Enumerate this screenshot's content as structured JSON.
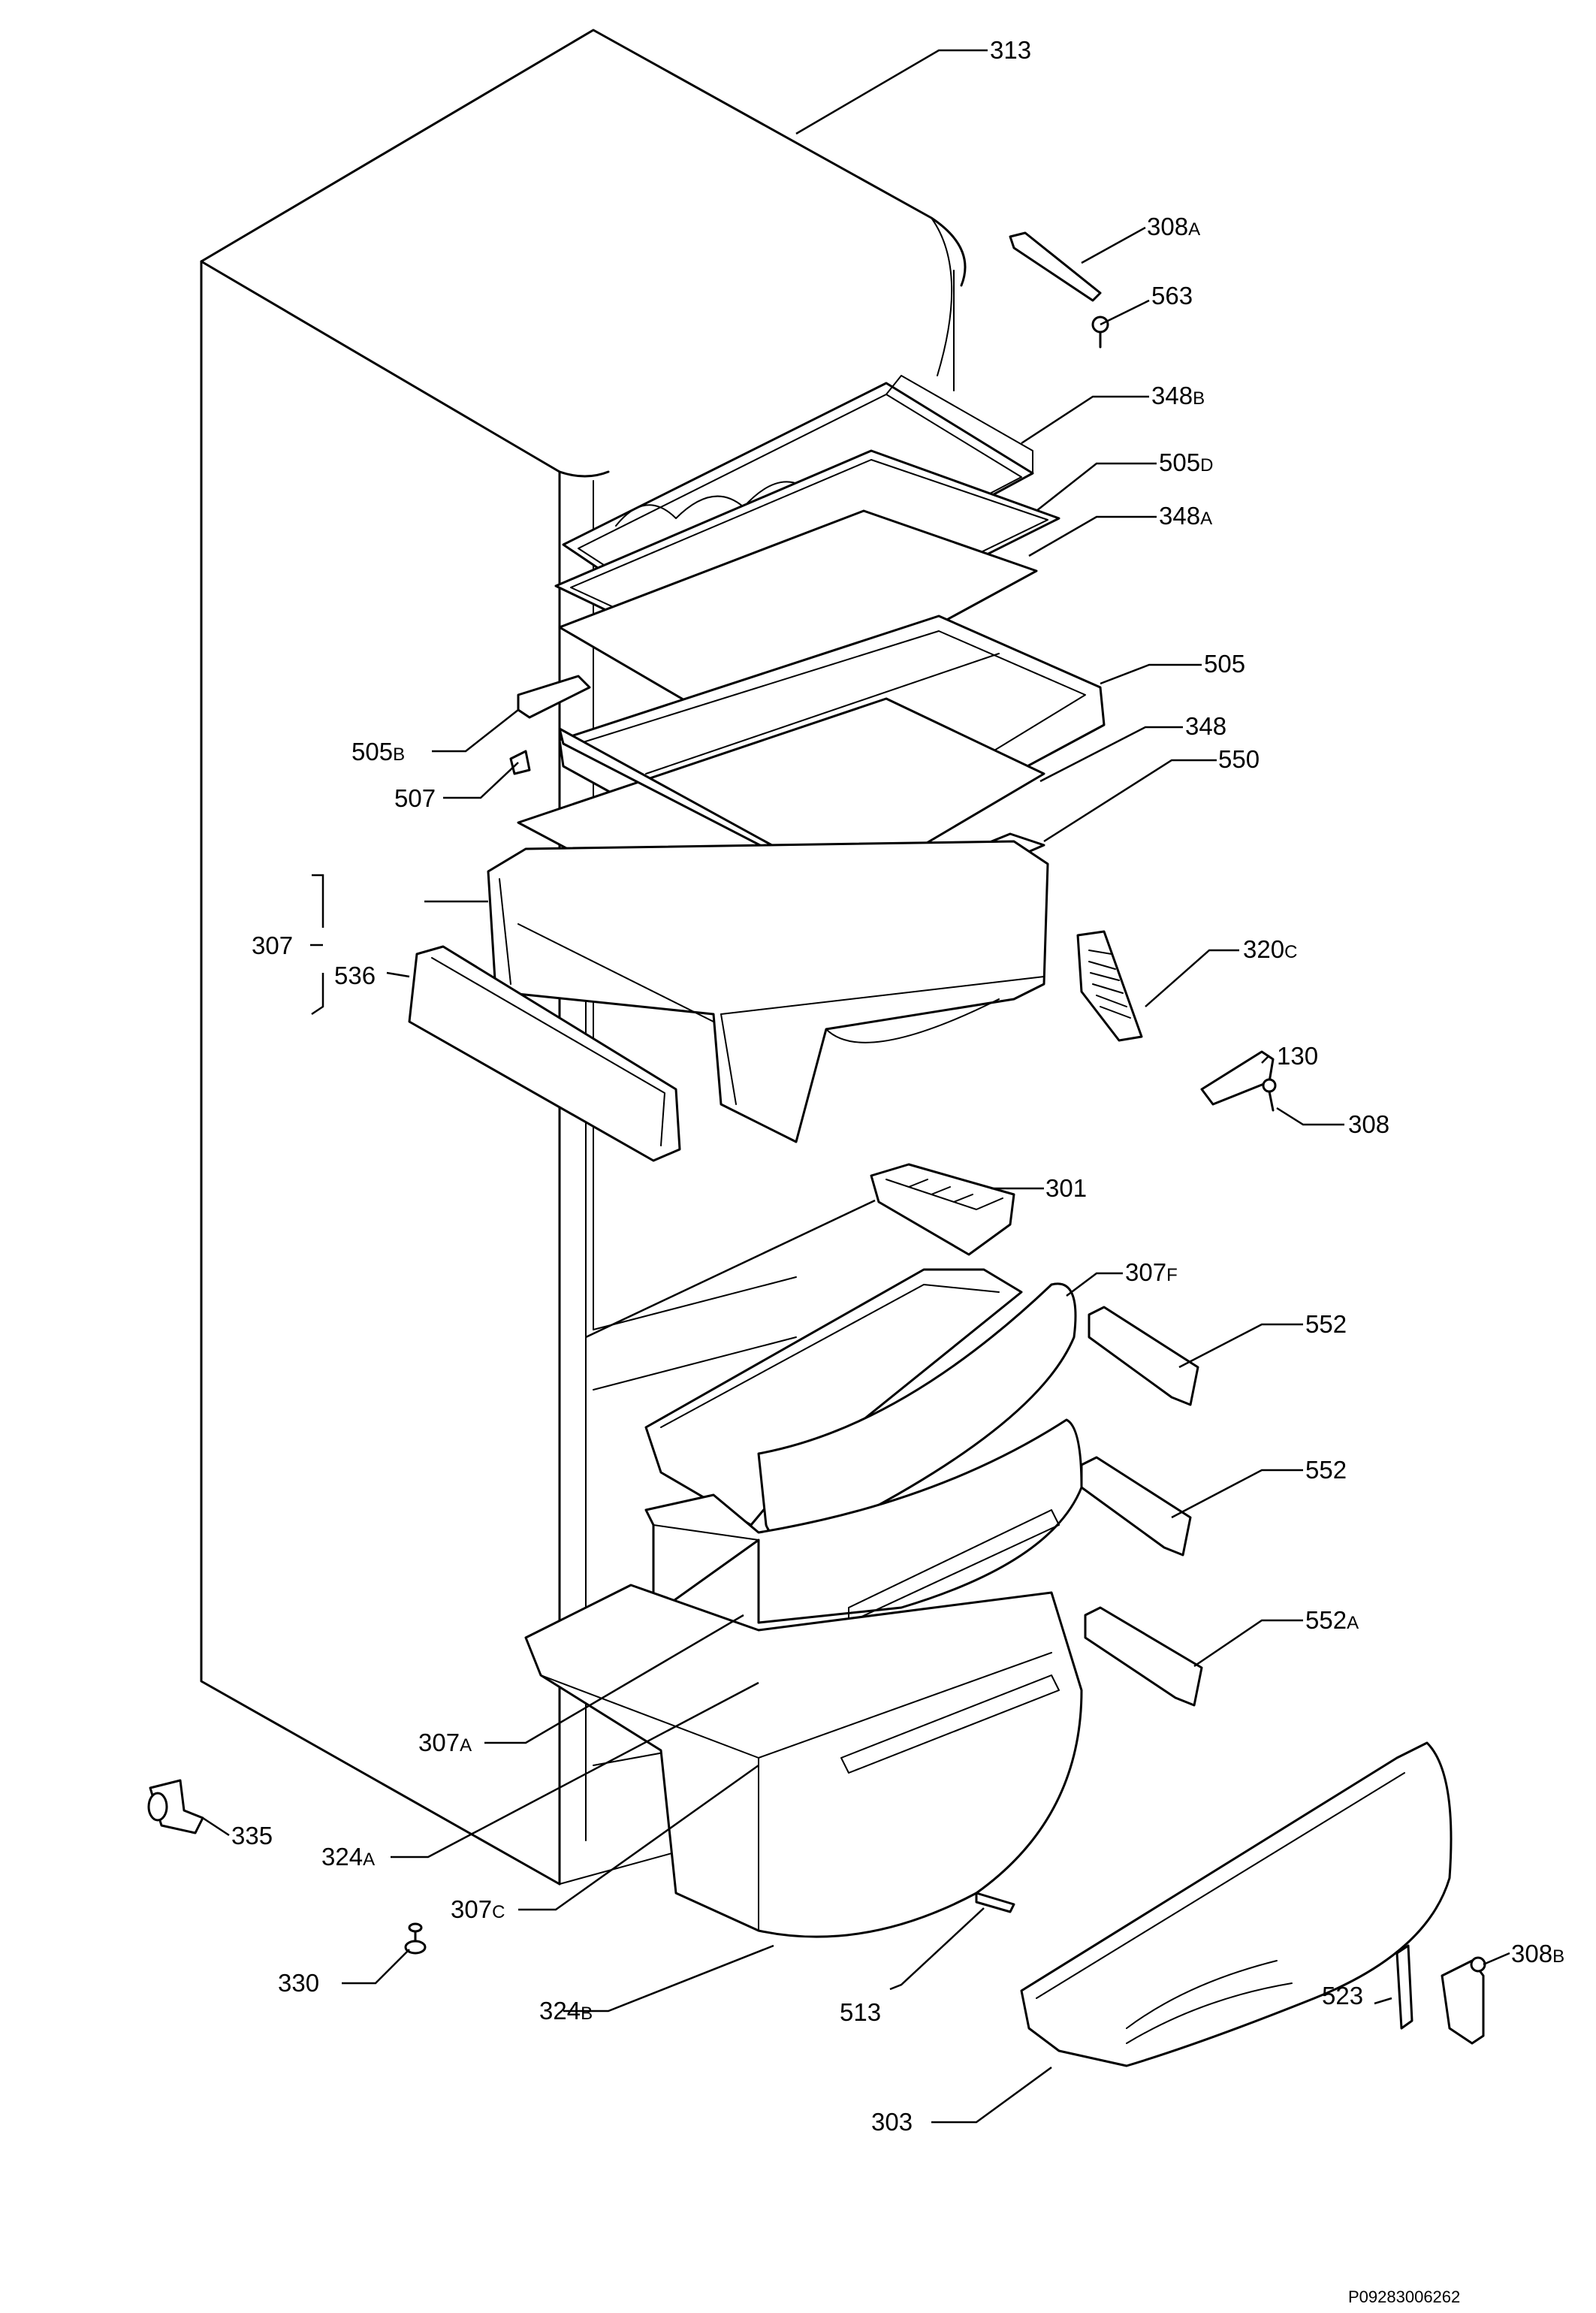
{
  "diagram": {
    "reference_code": "P09283006262",
    "labels": [
      {
        "id": "313",
        "text": "313",
        "suffix": ""
      },
      {
        "id": "308A",
        "text": "308",
        "suffix": "A"
      },
      {
        "id": "563",
        "text": "563",
        "suffix": ""
      },
      {
        "id": "348B",
        "text": "348",
        "suffix": "B"
      },
      {
        "id": "505D",
        "text": "505",
        "suffix": "D"
      },
      {
        "id": "348A",
        "text": "348",
        "suffix": "A"
      },
      {
        "id": "505",
        "text": "505",
        "suffix": ""
      },
      {
        "id": "505B",
        "text": "505",
        "suffix": "B"
      },
      {
        "id": "348",
        "text": "348",
        "suffix": ""
      },
      {
        "id": "550",
        "text": "550",
        "suffix": ""
      },
      {
        "id": "507",
        "text": "507",
        "suffix": ""
      },
      {
        "id": "307",
        "text": "307",
        "suffix": ""
      },
      {
        "id": "536",
        "text": "536",
        "suffix": ""
      },
      {
        "id": "320C",
        "text": "320",
        "suffix": "C"
      },
      {
        "id": "130",
        "text": "130",
        "suffix": ""
      },
      {
        "id": "308",
        "text": "308",
        "suffix": ""
      },
      {
        "id": "301",
        "text": "301",
        "suffix": ""
      },
      {
        "id": "307F",
        "text": "307",
        "suffix": "F"
      },
      {
        "id": "552-upper",
        "text": "552",
        "suffix": ""
      },
      {
        "id": "552-middle",
        "text": "552",
        "suffix": ""
      },
      {
        "id": "552A",
        "text": "552",
        "suffix": "A"
      },
      {
        "id": "307A",
        "text": "307",
        "suffix": "A"
      },
      {
        "id": "335",
        "text": "335",
        "suffix": ""
      },
      {
        "id": "324A",
        "text": "324",
        "suffix": "A"
      },
      {
        "id": "307C",
        "text": "307",
        "suffix": "C"
      },
      {
        "id": "330",
        "text": "330",
        "suffix": ""
      },
      {
        "id": "324B",
        "text": "324",
        "suffix": "B"
      },
      {
        "id": "513",
        "text": "513",
        "suffix": ""
      },
      {
        "id": "523",
        "text": "523",
        "suffix": ""
      },
      {
        "id": "308B",
        "text": "308",
        "suffix": "B"
      },
      {
        "id": "303",
        "text": "303",
        "suffix": ""
      }
    ]
  }
}
